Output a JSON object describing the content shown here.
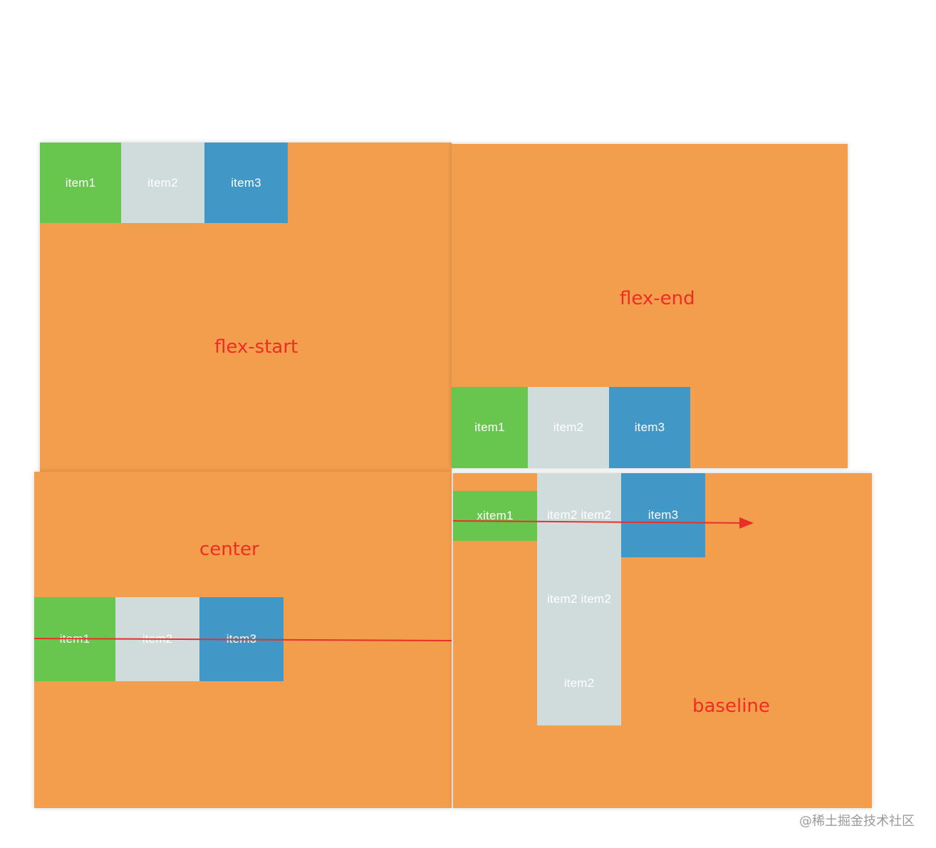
{
  "panels": {
    "flex_start": {
      "label": "flex-start",
      "items": [
        "item1",
        "item2",
        "item3"
      ]
    },
    "flex_end": {
      "label": "flex-end",
      "items": [
        "item1",
        "item2",
        "item3"
      ]
    },
    "center": {
      "label": "center",
      "items": [
        "item1",
        "item2",
        "item3"
      ]
    },
    "baseline": {
      "label": "baseline",
      "item1": "xitem1",
      "item2_lines": [
        "item2 item2",
        "item2 item2",
        "item2"
      ],
      "item3": "item3"
    }
  },
  "colors": {
    "container": "#f29e4c",
    "item1": "#68c64f",
    "item2": "#d0dcdb",
    "item3": "#4197c6",
    "label": "#ee2d24",
    "line": "#e8302a"
  },
  "watermark": "@稀土掘金技术社区"
}
